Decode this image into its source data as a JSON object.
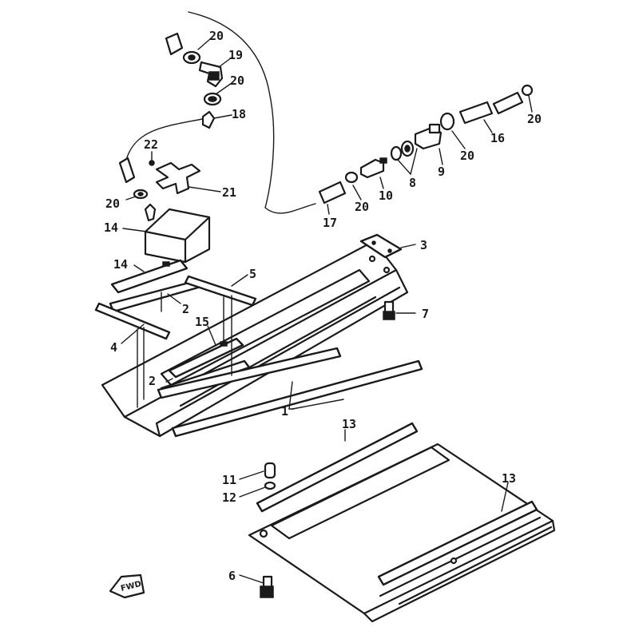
{
  "diagram": {
    "callouts": [
      {
        "id": "1",
        "text": "1"
      },
      {
        "id": "2a",
        "text": "2"
      },
      {
        "id": "2b",
        "text": "2"
      },
      {
        "id": "3",
        "text": "3"
      },
      {
        "id": "4",
        "text": "4"
      },
      {
        "id": "5",
        "text": "5"
      },
      {
        "id": "6",
        "text": "6"
      },
      {
        "id": "7",
        "text": "7"
      },
      {
        "id": "8",
        "text": "8"
      },
      {
        "id": "9",
        "text": "9"
      },
      {
        "id": "10",
        "text": "10"
      },
      {
        "id": "11",
        "text": "11"
      },
      {
        "id": "12",
        "text": "12"
      },
      {
        "id": "13a",
        "text": "13"
      },
      {
        "id": "13b",
        "text": "13"
      },
      {
        "id": "14a",
        "text": "14"
      },
      {
        "id": "14b",
        "text": "14"
      },
      {
        "id": "15",
        "text": "15"
      },
      {
        "id": "16",
        "text": "16"
      },
      {
        "id": "17",
        "text": "17"
      },
      {
        "id": "18",
        "text": "18"
      },
      {
        "id": "19",
        "text": "19"
      },
      {
        "id": "20a",
        "text": "20"
      },
      {
        "id": "20b",
        "text": "20"
      },
      {
        "id": "20c",
        "text": "20"
      },
      {
        "id": "20d",
        "text": "20"
      },
      {
        "id": "20e",
        "text": "20"
      },
      {
        "id": "20f",
        "text": "20"
      },
      {
        "id": "21",
        "text": "21"
      },
      {
        "id": "22",
        "text": "22"
      }
    ],
    "direction_marker": {
      "text": "FWD"
    }
  }
}
